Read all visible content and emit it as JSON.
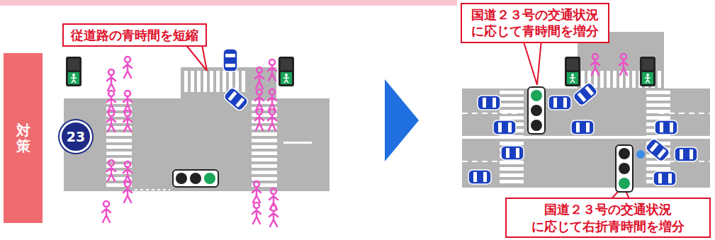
{
  "diagram": {
    "nodes": [
      {
        "text": [
          "対策"
        ]
      },
      {
        "text": [
          "従道路の青時間を短縮"
        ]
      },
      {
        "text": [
          "23"
        ]
      },
      {
        "text": [
          "国道２３号の交通状況 に応じて青時間を増分"
        ]
      },
      {
        "text": [
          "国道２３号の交通状況 に応じて右折青時間を増分"
        ]
      }
    ]
  }
}
